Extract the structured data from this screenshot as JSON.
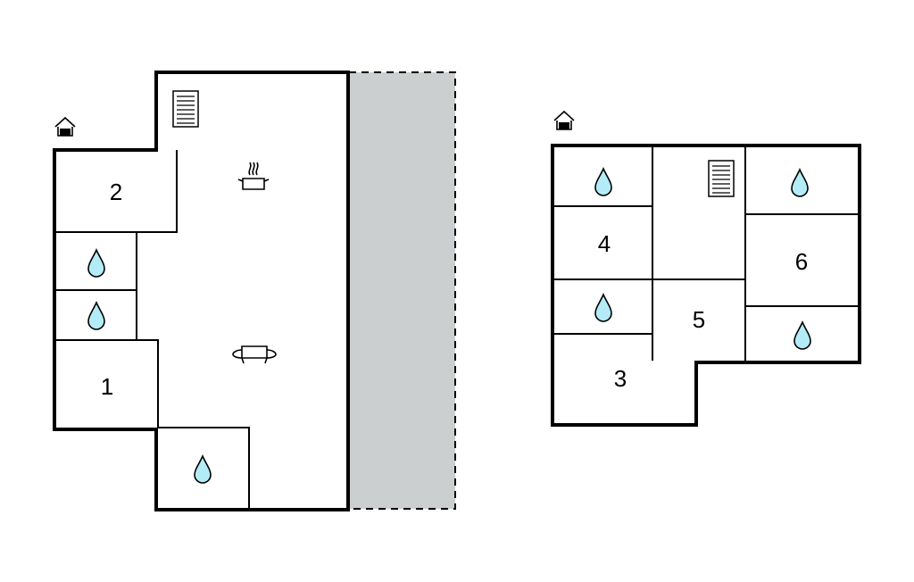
{
  "plans": {
    "ground_floor": {
      "icons": [
        "house-entrance-icon",
        "stairs-icon",
        "kitchen-pot-icon",
        "sofa-icon",
        "bathroom-drop-icon"
      ],
      "rooms": [
        {
          "id": "room-1",
          "label": "1"
        },
        {
          "id": "room-2",
          "label": "2"
        }
      ],
      "terrace_color": "#cccfd0"
    },
    "upper_floor": {
      "icons": [
        "house-entrance-icon",
        "stairs-icon",
        "bathroom-drop-icon"
      ],
      "rooms": [
        {
          "id": "room-3",
          "label": "3"
        },
        {
          "id": "room-4",
          "label": "4"
        },
        {
          "id": "room-5",
          "label": "5"
        },
        {
          "id": "room-6",
          "label": "6"
        }
      ]
    }
  },
  "colors": {
    "wall": "#000000",
    "water": "#b3ecf6",
    "terrace": "#cccfd0",
    "background": "#ffffff"
  }
}
